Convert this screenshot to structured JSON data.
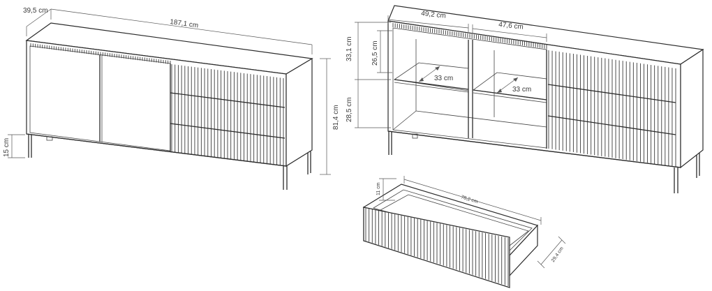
{
  "dimensions": {
    "depth": "39,5 cm",
    "width": "187,1 cm",
    "height": "81,4 cm",
    "leg_height": "15 cm",
    "left_comp_width": "49,2 cm",
    "right_comp_width": "47,6 cm",
    "upper_outer_height": "33,1 cm",
    "upper_inner_height": "26,5 cm",
    "lower_height": "28,5 cm",
    "shelf_depth_left": "33 cm",
    "shelf_depth_right": "33 cm",
    "drawer_height": "11 cm",
    "drawer_width": "78,2 cm",
    "drawer_depth": "29,4 cm"
  },
  "colors": {
    "line": "#2b2b2b",
    "background": "#ffffff"
  }
}
